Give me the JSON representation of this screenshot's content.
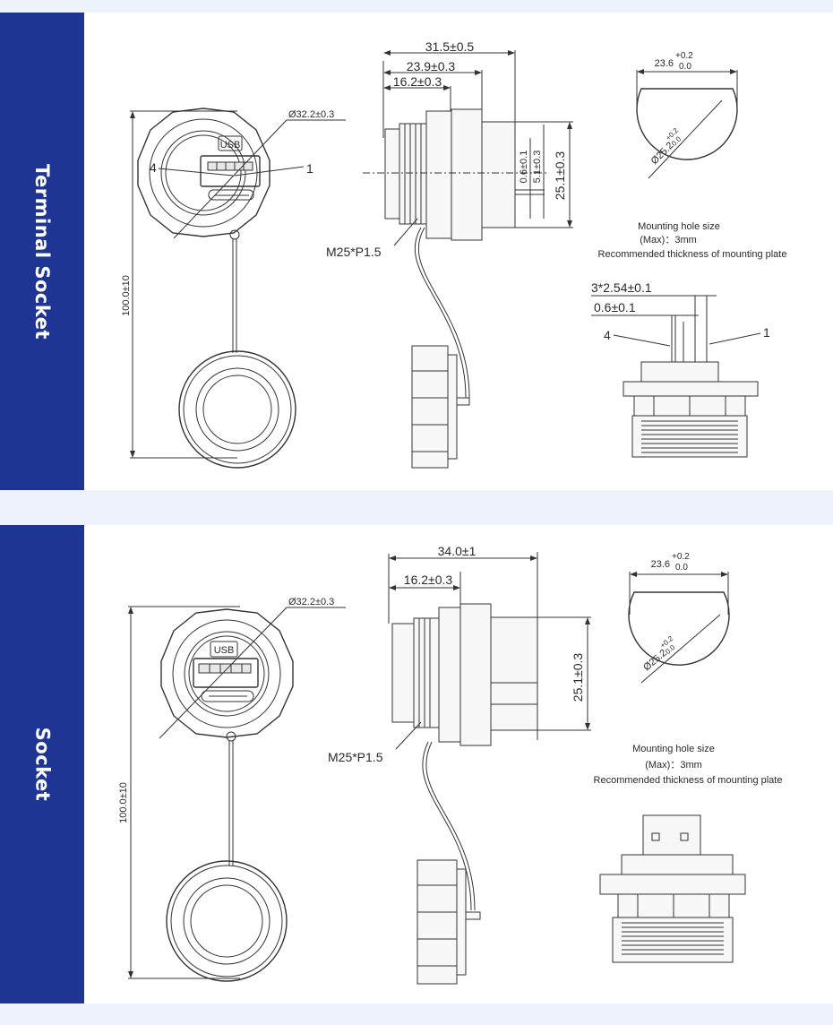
{
  "sections": [
    {
      "title": "Terminal Socket",
      "front": {
        "diameter": "Ø32.2±0.3",
        "length": "100.0±10",
        "usb_label": "USB",
        "pin_left": "4",
        "pin_right": "1"
      },
      "side": {
        "dims": [
          "31.5±0.5",
          "23.9±0.3",
          "16.2±0.3"
        ],
        "height": "25.1±0.3",
        "small_dims": [
          "0.6±0.1",
          "5.1±0.3"
        ],
        "thread": "M25*P1.5"
      },
      "hole": {
        "width_base": "23.6",
        "width_upper": "+0.2",
        "width_lower": "0.0",
        "dia_base": "Ø25.2",
        "dia_upper": "+0.2",
        "dia_lower": "0.0",
        "notes": [
          "Mounting hole size",
          "(Max)：3mm",
          "Recommended thickness of mounting plate"
        ]
      },
      "pins": {
        "pitch": "3*2.54±0.1",
        "width": "0.6±0.1",
        "pin_left": "4",
        "pin_right": "1"
      }
    },
    {
      "title": "Socket",
      "front": {
        "diameter": "Ø32.2±0.3",
        "length": "100.0±10",
        "usb_label": "USB"
      },
      "side": {
        "dims": [
          "34.0±1",
          "16.2±0.3"
        ],
        "height": "25.1±0.3",
        "thread": "M25*P1.5"
      },
      "hole": {
        "width_base": "23.6",
        "width_upper": "+0.2",
        "width_lower": "0.0",
        "dia_base": "Ø25.2",
        "dia_upper": "+0.2",
        "dia_lower": "0.0",
        "notes": [
          "Mounting hole size",
          "(Max)：3mm",
          "Recommended thickness of mounting plate"
        ]
      }
    }
  ]
}
